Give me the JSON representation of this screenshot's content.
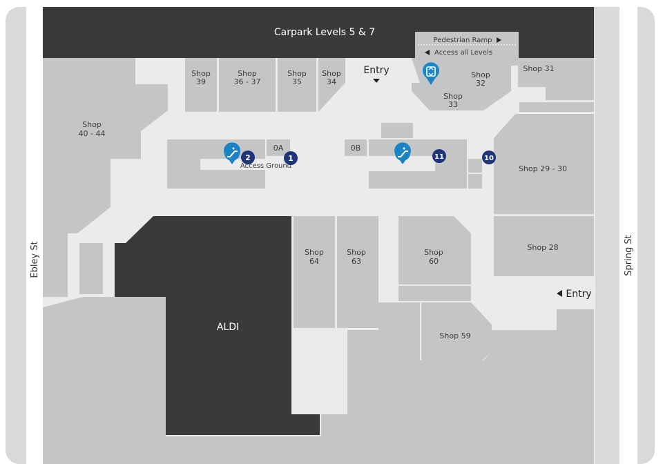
{
  "streets": {
    "west": "Ebley St",
    "east": "Spring St"
  },
  "carpark": "Carpark Levels 5 & 7",
  "ramp": {
    "top": "Pedestrian Ramp",
    "bottom": "Access all Levels"
  },
  "entries": {
    "north": "Entry",
    "east": "Entry"
  },
  "anchor": "ALDI",
  "access_label": "Access Ground",
  "shops": {
    "s39": [
      "Shop",
      "39"
    ],
    "s3637": [
      "Shop",
      "36 - 37"
    ],
    "s35": [
      "Shop",
      "35"
    ],
    "s34": [
      "Shop",
      "34"
    ],
    "s32": [
      "Shop",
      "32"
    ],
    "s33": [
      "Shop",
      "33"
    ],
    "s31": "Shop 31",
    "s4044": [
      "Shop",
      "40 - 44"
    ],
    "s2930": "Shop 29 - 30",
    "s28": "Shop 28",
    "s64": [
      "Shop",
      "64"
    ],
    "s63": [
      "Shop",
      "63"
    ],
    "s60": [
      "Shop",
      "60"
    ],
    "s59": "Shop 59",
    "s0a": "0A",
    "s0b": "0B"
  },
  "markers": {
    "m1": "1",
    "m2": "2",
    "m10": "10",
    "m11": "11"
  },
  "colors": {
    "shop": "#c4c5c7",
    "walkway": "#ebebeb",
    "dark": "#3a3a3c",
    "marker": "#1e3577",
    "pin": "#1a84c4"
  },
  "icons": {
    "escalator": "escalator-icon",
    "lift": "lift-icon"
  }
}
